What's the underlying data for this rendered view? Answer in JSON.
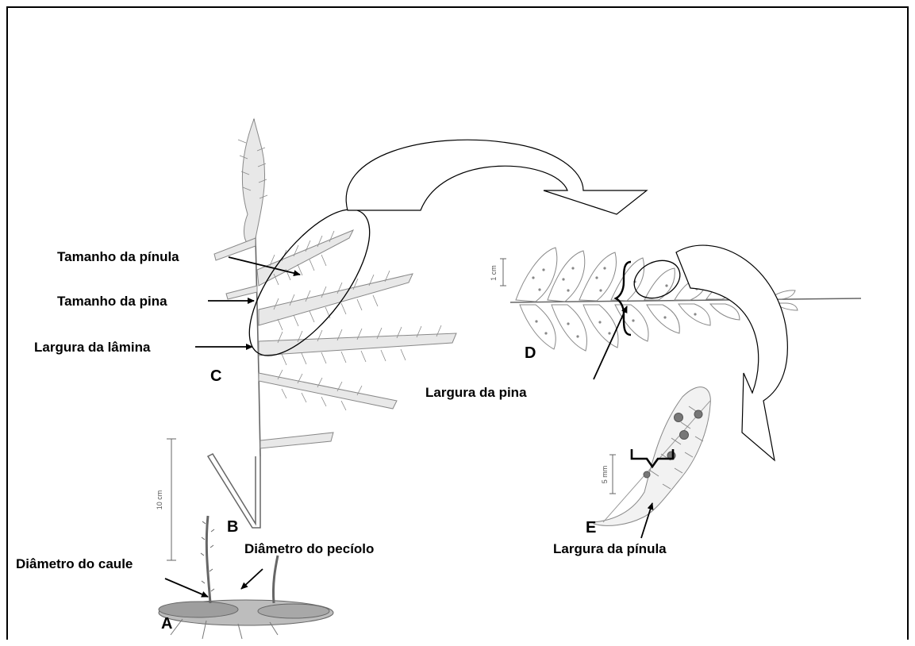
{
  "labels": {
    "tamanho_pinula": "Tamanho da pínula",
    "tamanho_pina": "Tamanho da pina",
    "largura_lamina": "Largura da lâmina",
    "largura_pina": "Largura da pina",
    "largura_pinula": "Largura da pínula",
    "diametro_caule": "Diâmetro do caule",
    "diametro_peciolo": "Diâmetro do pecíolo"
  },
  "letters": {
    "a": "A",
    "b": "B",
    "c": "C",
    "d": "D",
    "e": "E"
  },
  "scales": {
    "plant": "10 cm",
    "pina": "1 cm",
    "pinula": "5 mm"
  },
  "colors": {
    "ink": "#000000",
    "drawing": "#777777"
  }
}
